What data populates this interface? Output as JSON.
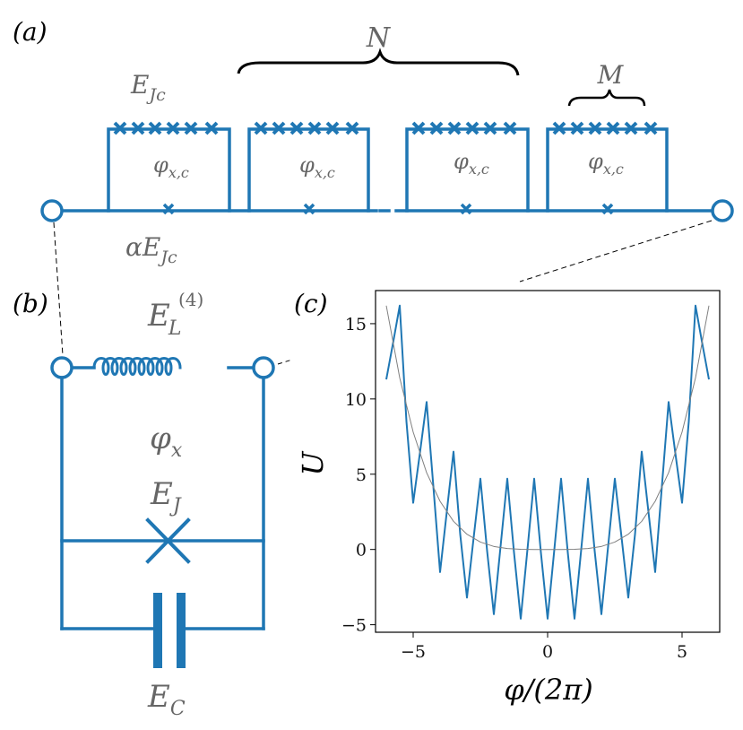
{
  "panels": {
    "a": "(a)",
    "b": "(b)",
    "c": "(c)"
  },
  "array": {
    "n_label": "N",
    "m_label": "M",
    "ejc_label": "E",
    "ejc_sub": "Jc",
    "flux_label": "φ",
    "flux_sub": "x,c",
    "alpha_label": "αE",
    "alpha_sub": "Jc"
  },
  "circuit": {
    "el_label": "E",
    "el_sub": "L",
    "el_sup": "(4)",
    "flux_label": "φ",
    "flux_sub": "x",
    "ej_label": "E",
    "ej_sub": "J",
    "ec_label": "E",
    "ec_sub": "C"
  },
  "colors": {
    "accent": "#1f77b4",
    "reference_curve": "#808080",
    "label_gray": "#666666"
  },
  "chart_data": {
    "type": "line",
    "xlabel": "φ/(2π)",
    "ylabel": "U",
    "xlim": [
      -6.4,
      6.4
    ],
    "ylim": [
      -5.5,
      17.2
    ],
    "xticks": [
      -5,
      0,
      5
    ],
    "yticks": [
      -5,
      0,
      5,
      10,
      15
    ],
    "grid": false,
    "series": [
      {
        "color": "#1f77b4",
        "linewidth": 2,
        "x": [
          -6,
          -5.75,
          -5.5,
          -5.25,
          -5,
          -4.75,
          -4.5,
          -4.25,
          -4,
          -3.75,
          -3.5,
          -3.25,
          -3,
          -2.75,
          -2.5,
          -2.25,
          -2,
          -1.75,
          -1.5,
          -1.25,
          -1,
          -0.75,
          -0.5,
          -0.25,
          0,
          0.25,
          0.5,
          0.75,
          1,
          1.25,
          1.5,
          1.75,
          2,
          2.25,
          2.5,
          2.75,
          3,
          3.25,
          3.5,
          3.75,
          4,
          4.25,
          4.5,
          4.75,
          5,
          5.25,
          5.5,
          5.75,
          6
        ],
        "y": [
          11.3,
          13.7,
          16.2,
          8.5,
          3.1,
          6.4,
          9.8,
          4.2,
          -1.5,
          2.5,
          6.5,
          1.0,
          -3.2,
          0.8,
          4.7,
          -0.1,
          -4.3,
          0.2,
          4.7,
          -0.2,
          -4.6,
          0.0,
          4.7,
          -0.2,
          -4.6,
          0.0,
          4.7,
          -0.2,
          -4.6,
          0.0,
          4.7,
          -0.1,
          -4.3,
          0.2,
          4.7,
          0.8,
          -3.2,
          1.0,
          6.5,
          2.5,
          -1.5,
          4.2,
          9.8,
          6.4,
          3.1,
          8.5,
          16.2,
          13.7,
          11.3
        ]
      },
      {
        "color": "#808080",
        "linewidth": 1,
        "x": [
          -6,
          -5.5,
          -5,
          -4.5,
          -4,
          -3.5,
          -3,
          -2.5,
          -2,
          -1.5,
          -1,
          -0.5,
          0,
          0.5,
          1,
          1.5,
          2,
          2.5,
          3,
          3.5,
          4,
          4.5,
          5,
          5.5,
          6
        ],
        "y": [
          16.2,
          11.4,
          7.8,
          5.1,
          3.2,
          1.87,
          1.01,
          0.49,
          0.2,
          0.06,
          0.01,
          0.0,
          0.0,
          0.0,
          0.01,
          0.06,
          0.2,
          0.49,
          1.01,
          1.87,
          3.2,
          5.1,
          7.8,
          11.4,
          16.2
        ]
      }
    ]
  }
}
